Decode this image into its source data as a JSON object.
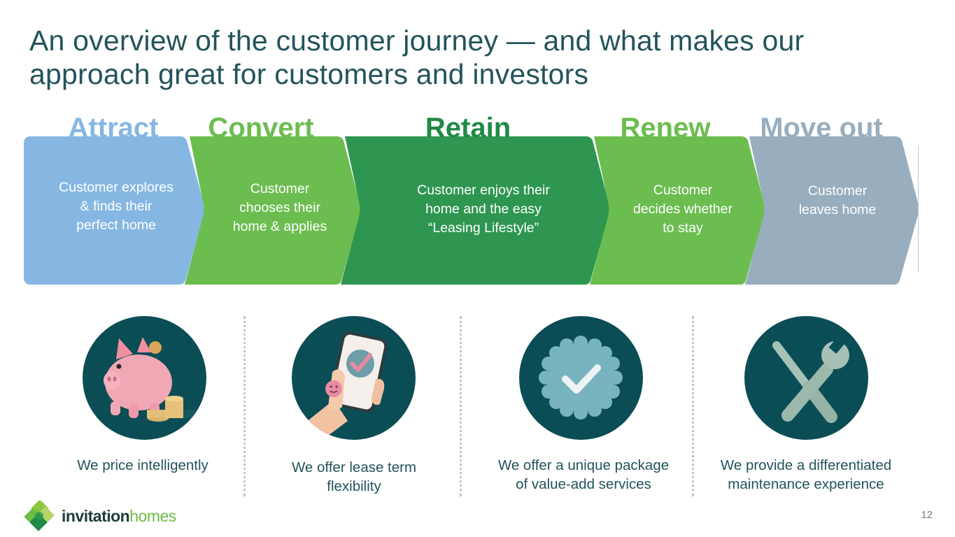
{
  "title": "An overview of the customer journey — and what makes our approach great for customers and investors",
  "colors": {
    "title": "#23545a",
    "attract": "#86b7e3",
    "convert": "#6cbd50",
    "retain": "#2e9650",
    "renew": "#6cbd50",
    "move_out": "#98aebe",
    "circle": "#0b4d55"
  },
  "journey": [
    {
      "phase": "Attract",
      "description_lines": [
        "Customer explores",
        "& finds their",
        "perfect home"
      ],
      "label_color": "#86b7e3"
    },
    {
      "phase": "Convert",
      "description_lines": [
        "Customer",
        "chooses their",
        "home & applies"
      ],
      "label_color": "#6cbd50"
    },
    {
      "phase": "Retain",
      "description_lines": [
        "Customer enjoys their",
        "home and the easy",
        "“Leasing Lifestyle”"
      ],
      "label_color": "#1e8a45"
    },
    {
      "phase": "Renew",
      "description_lines": [
        "Customer",
        "decides whether",
        "to stay"
      ],
      "label_color": "#6cbd50"
    },
    {
      "phase": "Move out",
      "description_lines": [
        "Customer",
        "leaves home"
      ],
      "label_color": "#98aebe"
    }
  ],
  "pillars": [
    {
      "icon": "piggy-bank-icon",
      "caption_lines": [
        "We price intelligently"
      ]
    },
    {
      "icon": "phone-check-icon",
      "caption_lines": [
        "We offer lease term",
        "flexibility"
      ]
    },
    {
      "icon": "verified-badge-icon",
      "caption_lines": [
        "We offer a unique package",
        "of value-add services"
      ]
    },
    {
      "icon": "tools-icon",
      "caption_lines": [
        "We provide a differentiated",
        "maintenance experience"
      ]
    }
  ],
  "footer": {
    "logo_word1": "invitation",
    "logo_word2": "homes",
    "page_number": "12"
  }
}
